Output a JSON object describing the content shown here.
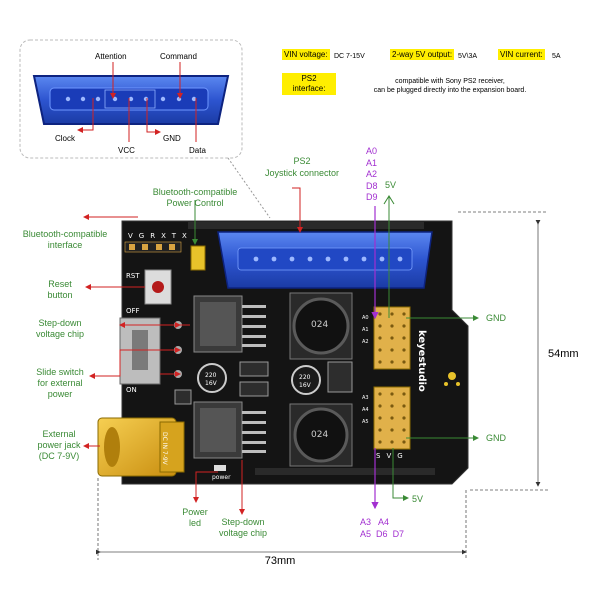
{
  "specs": {
    "vin_voltage_label": "VIN voltage:",
    "vin_voltage_value": "DC 7-15V",
    "usb5v_label": "2-way 5V output:",
    "usb5v_value": "5V\\3A",
    "vin_current_label": "VIN current:",
    "vin_current_value": "5A",
    "ps2_label": "PS2 interface:",
    "ps2_value_line1": "compatible with Sony PS2 receiver,",
    "ps2_value_line2": "can be plugged directly into the expansion board."
  },
  "connector_labels": {
    "attention": "Attention",
    "command": "Command",
    "clock": "Clock",
    "vcc": "VCC",
    "gnd": "GND",
    "data": "Data"
  },
  "callouts": {
    "ps2_joystick_line1": "PS2",
    "ps2_joystick_line2": "Joystick connector",
    "bt_power_line1": "Bluetooth-compatible",
    "bt_power_line2": "Power Control",
    "bt_interface_line1": "Bluetooth-compatible",
    "bt_interface_line2": "interface",
    "reset_line1": "Reset",
    "reset_line2": "button",
    "stepdown_top_line1": "Step-down",
    "stepdown_top_line2": "voltage chip",
    "slide_line1": "Slide switch",
    "slide_line2": "for external",
    "slide_line3": "power",
    "jack_line1": "External",
    "jack_line2": "power jack",
    "jack_line3": "(DC 7-9V)",
    "power_led_line1": "Power",
    "power_led_line2": "led",
    "stepdown_bottom_line1": "Step-down",
    "stepdown_bottom_line2": "voltage chip",
    "gnd_top": "GND",
    "gnd_bottom": "GND",
    "fivev_top": "5V",
    "fivev_bottom": "5V"
  },
  "pins_top": [
    "A0",
    "A1",
    "A2",
    "D8",
    "D9"
  ],
  "pins_bottom_row1": [
    "A3",
    "A4"
  ],
  "pins_bottom_row2": [
    "A5",
    "D6",
    "D7"
  ],
  "dimensions": {
    "height": "54mm",
    "width": "73mm"
  },
  "board": {
    "header_labels": [
      "V",
      "G",
      "RX",
      "TX"
    ],
    "brand": "keyestudio",
    "rst": "RST",
    "off": "OFF",
    "on": "ON",
    "power": "power",
    "dc_in": "DC IN 7-9V",
    "cap1": "220",
    "cap1b": "16V",
    "cap2": "220",
    "cap2b": "16V",
    "inductor1": "024",
    "inductor2": "024",
    "svg_labels": [
      "S",
      "V",
      "G"
    ],
    "pin_side_labels": [
      "A0",
      "A1",
      "A2",
      "A3",
      "A4",
      "A5"
    ]
  },
  "colors": {
    "board": "#141414",
    "gold": "#d9a441",
    "blue_connector": "#2f5fd6",
    "yellow_jack": "#e7b526",
    "green": "#3a8a35",
    "red": "#d22222",
    "magenta": "#a22fd0",
    "highlight": "#ffee00"
  }
}
